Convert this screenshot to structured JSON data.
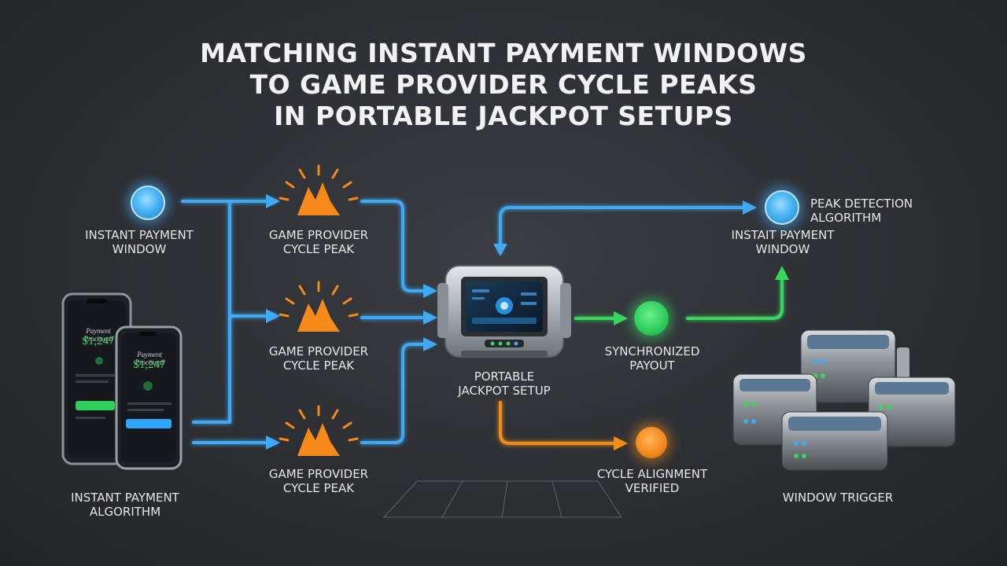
{
  "title": {
    "line1": "MATCHING INSTANT PAYMENT WINDOWS",
    "line2": "TO GAME PROVIDER CYCLE PEAKS",
    "line3": "IN PORTABLE JACKPOT SETUPS"
  },
  "nodes": {
    "instant_window_left": {
      "line1": "INSTANT PAYMENT",
      "line2": "WINDOW"
    },
    "peak_top": {
      "line1": "GAME PROVIDER",
      "line2": "CYCLE PEAK"
    },
    "peak_mid": {
      "line1": "GAME PROVIDER",
      "line2": "CYCLE PEAK"
    },
    "peak_bottom": {
      "line1": "GAME PROVIDER",
      "line2": "CYCLE PEAK"
    },
    "jackpot": {
      "line1": "PORTABLE",
      "line2": "JACKPOT SETUP"
    },
    "payout": {
      "line1": "SYNCHRONIZED",
      "line2": "PAYOUT"
    },
    "alignment": {
      "line1": "CYCLE ALIGNMENT",
      "line2": "VERIFIED"
    },
    "instant_window_right": {
      "line1": "INSTAIT PAYMENT",
      "line2": "WINDOW"
    },
    "peak_detection": {
      "line1": "PEAK DETECTION",
      "line2": "ALGORITHM"
    },
    "algorithm": {
      "line1": "INSTANT PAYMENT",
      "line2": "ALGORITHM"
    },
    "window_trigger": {
      "line1": "WINDOW TRIGGER"
    }
  },
  "phones": {
    "back": {
      "header": "Payment Processed",
      "amount": "$1,247"
    },
    "front": {
      "header": "Payment Processed",
      "amount": "$1,247"
    }
  },
  "colors": {
    "blue_link": "#3fa9f5",
    "green_link": "#37d65f",
    "orange_link": "#f28c1e",
    "peak_icon": "#f58a1a"
  },
  "icons": {
    "peak": "mountain-sunburst-icon",
    "check": "check-icon",
    "device": "jackpot-device-icon",
    "servers": "server-stack-icon",
    "phones": "smartphone-icon"
  }
}
